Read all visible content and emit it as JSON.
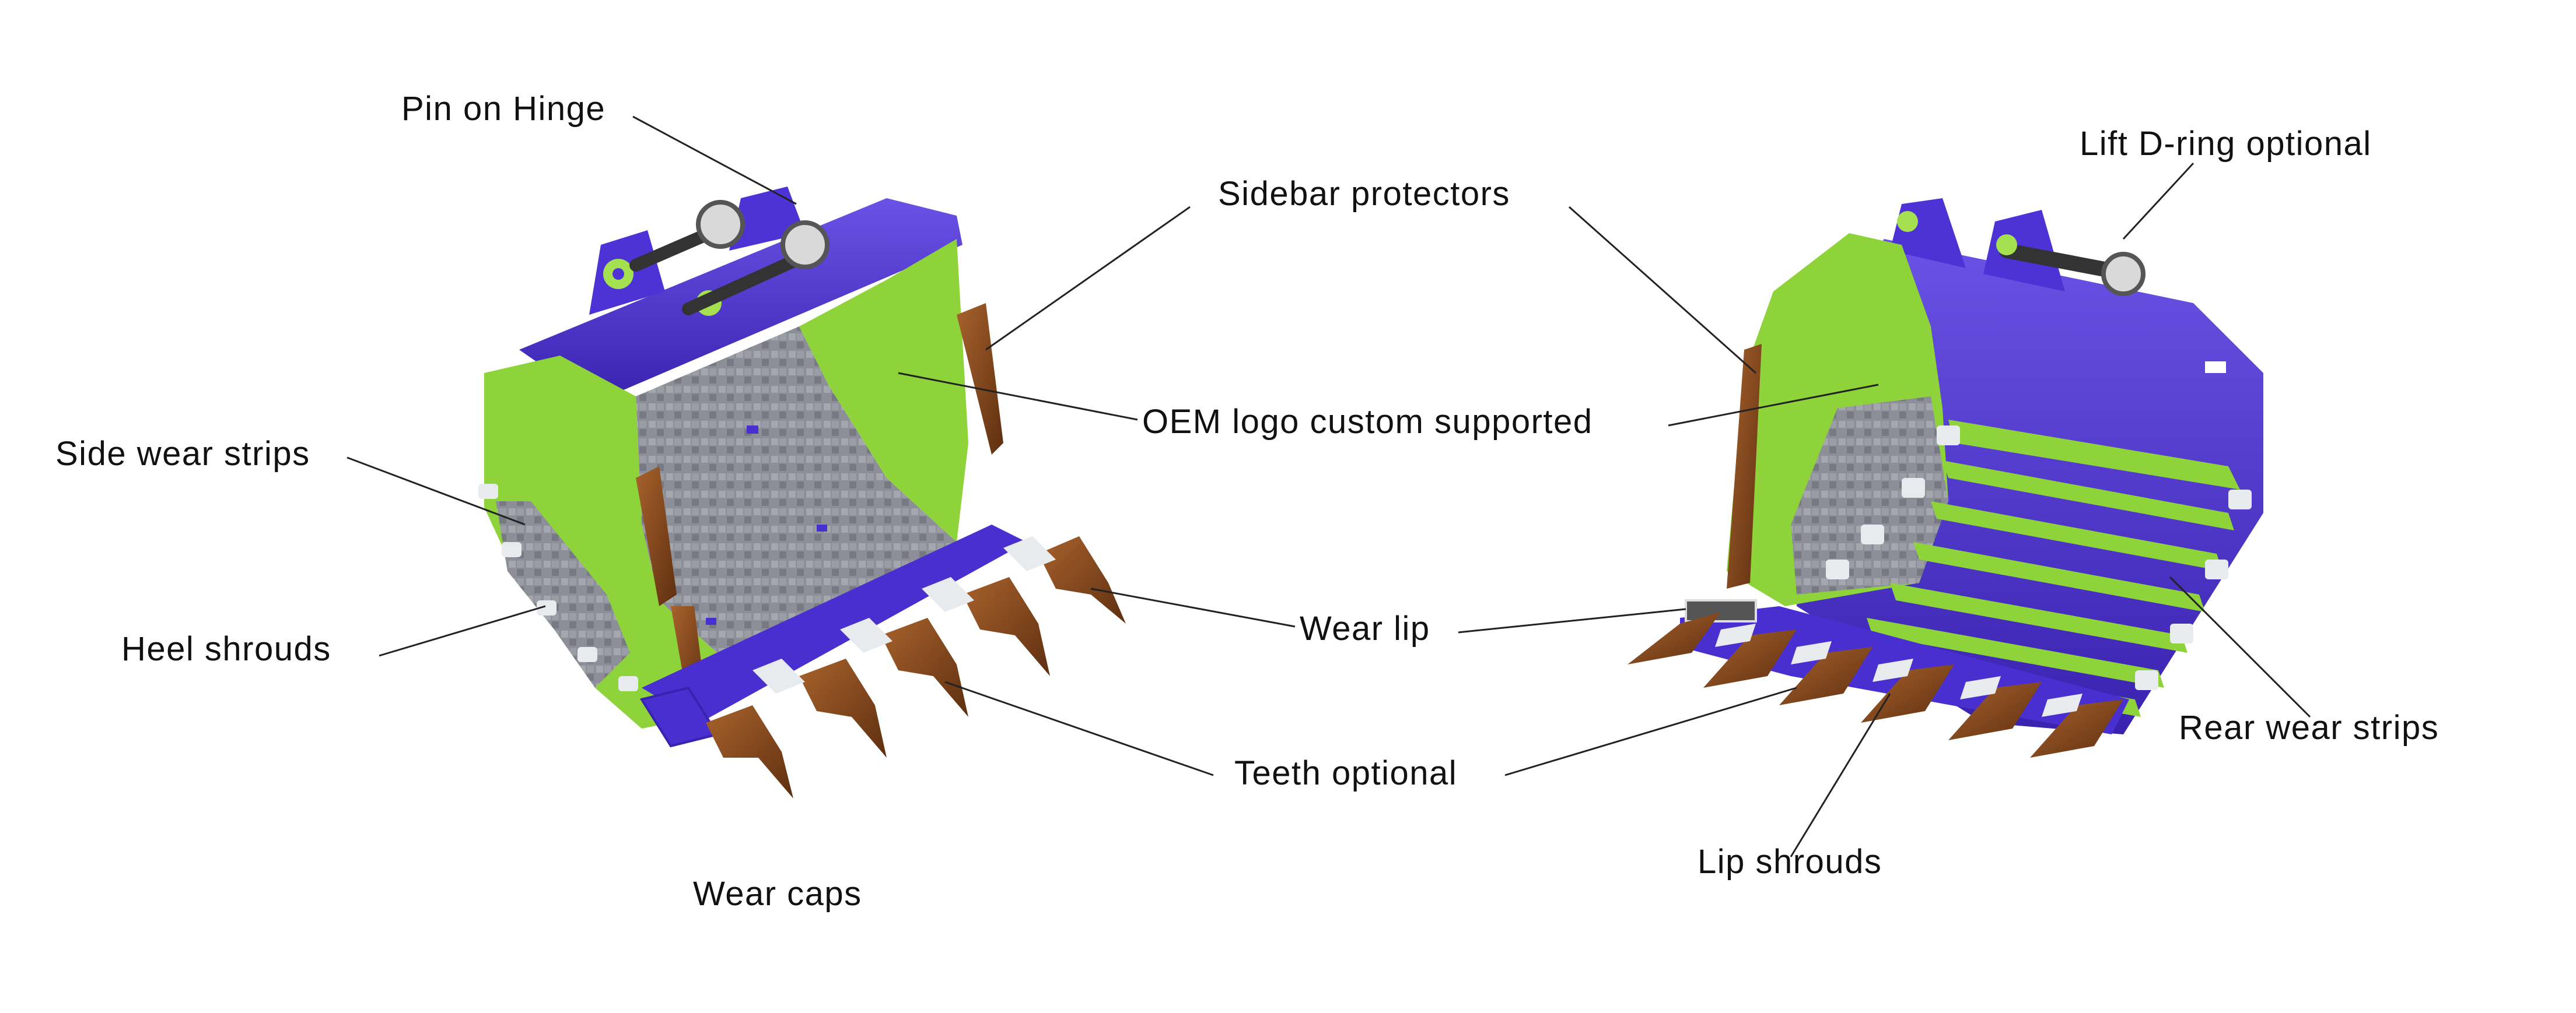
{
  "labels": {
    "pin_on_hinge": "Pin on Hinge",
    "sidebar_protectors": "Sidebar protectors",
    "lift_d_ring": "Lift D-ring optional",
    "oem_logo": "OEM logo custom supported",
    "side_wear_strips": "Side wear strips",
    "heel_shrouds": "Heel shrouds",
    "wear_lip": "Wear lip",
    "teeth_optional": "Teeth optional",
    "rear_wear_strips": "Rear wear strips",
    "lip_shrouds": "Lip shrouds",
    "wear_caps": "Wear caps"
  },
  "colors": {
    "body_purple": "#4a2fd0",
    "side_green": "#8fd33a",
    "tooth_brown": "#8a4a1e",
    "liner_gray": "#8c8f97",
    "shroud_white": "#e8ebee",
    "leader_line": "#222222"
  }
}
